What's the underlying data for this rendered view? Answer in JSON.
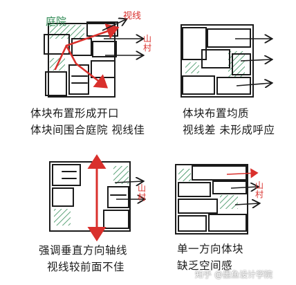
{
  "colors": {
    "ink": "#1a1a1a",
    "accent_red": "#d9302c",
    "hatch_green": "#2f8a54",
    "watermark_text": "#ffffff"
  },
  "panels": {
    "top_left": {
      "courtyard_label": "庭院",
      "sightline_label": "视线",
      "view_label": "山村",
      "caption_line1": "体块布置形成开口",
      "caption_line2": "体块间围合庭院 视线佳"
    },
    "top_right": {
      "caption_line1": "体块布置均质",
      "caption_line2": "视线差 未形成呼应"
    },
    "bottom_left": {
      "view_label": "山村",
      "caption_line1": "强调垂直方向轴线",
      "caption_line2": "视线较前面不佳"
    },
    "bottom_right": {
      "view_label": "山村",
      "caption_line1": "单一方向体块",
      "caption_line2": "缺乏空间感"
    }
  },
  "watermark": {
    "platform": "知乎",
    "author": "@墨鱼设计学院"
  }
}
